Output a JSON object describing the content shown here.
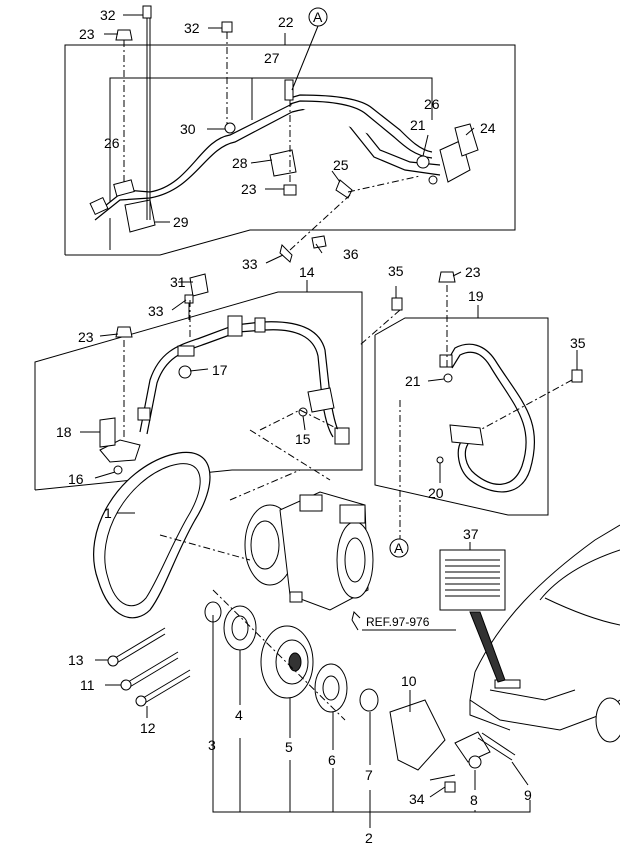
{
  "labels": {
    "l32a": "32",
    "l32b": "32",
    "l22": "22",
    "lA1": "A",
    "l23a": "23",
    "l27": "27",
    "l26a": "26",
    "l26b": "26",
    "l21a": "21",
    "l24": "24",
    "l30": "30",
    "l28": "28",
    "l25": "25",
    "l23b": "23",
    "l29": "29",
    "l33a": "33",
    "l36": "36",
    "l14": "14",
    "l35a": "35",
    "l23c": "23",
    "l31": "31",
    "l33b": "33",
    "l19": "19",
    "l35b": "35",
    "l23d": "23",
    "l17": "17",
    "l21b": "21",
    "l18": "18",
    "l15": "15",
    "l16": "16",
    "l20": "20",
    "l1": "1",
    "lA2": "A",
    "l37": "37",
    "l13": "13",
    "l11": "11",
    "l12": "12",
    "l10": "10",
    "l3": "3",
    "l4": "4",
    "l5": "5",
    "l6": "6",
    "l7": "7",
    "l34": "34",
    "l8": "8",
    "l9": "9",
    "l2": "2"
  },
  "reference": "REF.97-976"
}
